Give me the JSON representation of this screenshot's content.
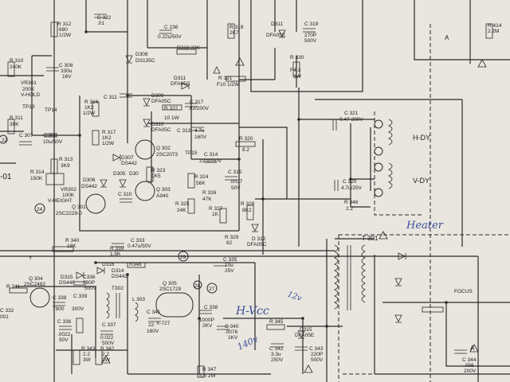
{
  "title": "",
  "labels": [
    {
      "id": "c322",
      "text": "C 322"
    },
    {
      "id": "c322v",
      "text": ".01"
    },
    {
      "id": "r312",
      "text": "R 312"
    },
    {
      "id": "r312v",
      "text": "680"
    },
    {
      "id": "r312w",
      "text": "1/2W"
    },
    {
      "id": "c236",
      "text": "C 236"
    },
    {
      "id": "c236v",
      "text": "0.22u/50V"
    },
    {
      "id": "r319",
      "text": "R 319"
    },
    {
      "id": "r319v",
      "text": "2K7"
    },
    {
      "id": "d311",
      "text": "D311"
    },
    {
      "id": "d311v",
      "text": "DFA05E"
    },
    {
      "id": "c319",
      "text": "C 319"
    },
    {
      "id": "c319v",
      "text": "270P"
    },
    {
      "id": "c319w",
      "text": "500V"
    },
    {
      "id": "r414",
      "text": "R 414"
    },
    {
      "id": "r414v",
      "text": "2.2M"
    },
    {
      "id": "d308",
      "text": "D308"
    },
    {
      "id": "d308v",
      "text": "DS135C"
    },
    {
      "id": "r318",
      "text": "R318 33K"
    },
    {
      "id": "r330",
      "text": "R 330"
    },
    {
      "id": "r330v",
      "text": "F4-3"
    },
    {
      "id": "r330w",
      "text": "3W"
    },
    {
      "id": "r310",
      "text": "R 310"
    },
    {
      "id": "r310v",
      "text": "240K"
    },
    {
      "id": "c308",
      "text": "C 308"
    },
    {
      "id": "c308v",
      "text": "330u"
    },
    {
      "id": "c308w",
      "text": "16V"
    },
    {
      "id": "vr301",
      "text": "VR301"
    },
    {
      "id": "vr301v",
      "text": "200K"
    },
    {
      "id": "vr301w",
      "text": "V-HOLD"
    },
    {
      "id": "d311b",
      "text": "D311"
    },
    {
      "id": "d311bv",
      "text": "DFA05C"
    },
    {
      "id": "r321",
      "text": "R 321"
    },
    {
      "id": "r321v",
      "text": "F10 1/2W"
    },
    {
      "id": "c311",
      "text": "C 311"
    },
    {
      "id": "d309",
      "text": "D309"
    },
    {
      "id": "d309v",
      "text": "DFA05C"
    },
    {
      "id": "r316",
      "text": "R 316"
    },
    {
      "id": "r316v",
      "text": "1K2"
    },
    {
      "id": "r316w",
      "text": "1/2W"
    },
    {
      "id": "r322",
      "text": "R 322"
    },
    {
      "id": "r322v",
      "text": "10 1W"
    },
    {
      "id": "c317",
      "text": "C 317"
    },
    {
      "id": "c317v",
      "text": ".02/200V"
    },
    {
      "id": "tp13",
      "text": "TP13"
    },
    {
      "id": "tp14",
      "text": "TP14"
    },
    {
      "id": "r311",
      "text": "R 311"
    },
    {
      "id": "r311v",
      "text": "39K"
    },
    {
      "id": "d310",
      "text": "D310"
    },
    {
      "id": "d310v",
      "text": "DFA05C"
    },
    {
      "id": "c313",
      "text": "C 313"
    },
    {
      "id": "c313v",
      "text": "4.7u"
    },
    {
      "id": "c313w",
      "text": "160V"
    },
    {
      "id": "c321",
      "text": "C 321"
    },
    {
      "id": "c321v",
      "text": "0.47 200V"
    },
    {
      "id": "c307",
      "text": "C 307"
    },
    {
      "id": "c309",
      "text": "C 309"
    },
    {
      "id": "c309v",
      "text": "10u/50V"
    },
    {
      "id": "r317",
      "text": "R 317"
    },
    {
      "id": "r317v",
      "text": "1K2"
    },
    {
      "id": "r317w",
      "text": "1/2W"
    },
    {
      "id": "r320",
      "text": "R 320"
    },
    {
      "id": "r320v",
      "text": "8.2"
    },
    {
      "id": "hdy",
      "text": "H-DY"
    },
    {
      "id": "q302",
      "text": "Q 302"
    },
    {
      "id": "q302v",
      "text": "2SC2073"
    },
    {
      "id": "tp15",
      "text": "TP15"
    },
    {
      "id": "c314",
      "text": "C 314"
    },
    {
      "id": "c314v",
      "text": "220u/50V"
    },
    {
      "id": "d307",
      "text": "D307"
    },
    {
      "id": "d307v",
      "text": "DS442"
    },
    {
      "id": "r313",
      "text": "R 313"
    },
    {
      "id": "r313v",
      "text": "3K9"
    },
    {
      "id": "r314",
      "text": "R 314"
    },
    {
      "id": "r314v",
      "text": "150K"
    },
    {
      "id": "d306",
      "text": "D306"
    },
    {
      "id": "d306v",
      "text": "DS442"
    },
    {
      "id": "d305",
      "text": "D305"
    },
    {
      "id": "d30x",
      "text": "D30"
    },
    {
      "id": "r323",
      "text": "R 323"
    },
    {
      "id": "r323v",
      "text": "1K5"
    },
    {
      "id": "r324",
      "text": "R 324"
    },
    {
      "id": "r324v",
      "text": "56K"
    },
    {
      "id": "c315",
      "text": "C 315"
    },
    {
      "id": "c315v",
      "text": ".0037"
    },
    {
      "id": "c315w",
      "text": "50V"
    },
    {
      "id": "c320",
      "text": "C 320"
    },
    {
      "id": "c320v",
      "text": "4.7u/25V"
    },
    {
      "id": "vdy",
      "text": "V-DY"
    },
    {
      "id": "vr302",
      "text": "VR302"
    },
    {
      "id": "vr302v",
      "text": "100K"
    },
    {
      "id": "vr302w",
      "text": "V-HEIGHT"
    },
    {
      "id": "c310",
      "text": "C 310"
    },
    {
      "id": "q303",
      "text": "Q 303"
    },
    {
      "id": "q303v",
      "text": "A940"
    },
    {
      "id": "r326",
      "text": "R 326"
    },
    {
      "id": "r326v",
      "text": "47K"
    },
    {
      "id": "r325",
      "text": "R 325"
    },
    {
      "id": "r325v",
      "text": "24K"
    },
    {
      "id": "r327",
      "text": "R 327"
    },
    {
      "id": "r327v",
      "text": "1K"
    },
    {
      "id": "r328",
      "text": "R 328"
    },
    {
      "id": "r328v",
      "text": "8K2"
    },
    {
      "id": "r346",
      "text": "R 346"
    },
    {
      "id": "r346v",
      "text": "2.2"
    },
    {
      "id": "q301",
      "text": "Q 301"
    },
    {
      "id": "q301v",
      "text": "2SC2229-0"
    },
    {
      "id": "n24",
      "text": "24"
    },
    {
      "id": "n22",
      "text": "22"
    },
    {
      "id": "n01",
      "text": "-01"
    },
    {
      "id": "r329",
      "text": "R 329"
    },
    {
      "id": "r329v",
      "text": "82"
    },
    {
      "id": "d312",
      "text": "D 312"
    },
    {
      "id": "d312v",
      "text": "DFA05C"
    },
    {
      "id": "t301",
      "text": "T 301"
    },
    {
      "id": "r340",
      "text": "R 340"
    },
    {
      "id": "r340v",
      "text": "18K"
    },
    {
      "id": "c333",
      "text": "C 333"
    },
    {
      "id": "c333v",
      "text": "0.47u/50V"
    },
    {
      "id": "r339",
      "text": "R 339"
    },
    {
      "id": "r339v",
      "text": "1.5K"
    },
    {
      "id": "n29",
      "text": "29"
    },
    {
      "id": "c335",
      "text": "C 335"
    },
    {
      "id": "c335v",
      "text": "10u"
    },
    {
      "id": "c335w",
      "text": "25V"
    },
    {
      "id": "y",
      "text": "Y"
    },
    {
      "id": "d316",
      "text": "D316"
    },
    {
      "id": "r348",
      "text": "R348"
    },
    {
      "id": "d314",
      "text": "D314"
    },
    {
      "id": "d314v",
      "text": "DS442"
    },
    {
      "id": "q304",
      "text": "Q 304"
    },
    {
      "id": "q304v",
      "text": "2SC2482"
    },
    {
      "id": "d315",
      "text": "D315"
    },
    {
      "id": "d315v",
      "text": "DS446"
    },
    {
      "id": "c336",
      "text": "C336"
    },
    {
      "id": "c336v",
      "text": "680P"
    },
    {
      "id": "c336w",
      "text": "500V"
    },
    {
      "id": "t302",
      "text": "T302"
    },
    {
      "id": "q305",
      "text": "Q 305"
    },
    {
      "id": "q305v",
      "text": "2SC1729"
    },
    {
      "id": "n28",
      "text": "28"
    },
    {
      "id": "n27",
      "text": "27"
    },
    {
      "id": "r341",
      "text": "R 341"
    },
    {
      "id": "c338",
      "text": "C 338"
    },
    {
      "id": "c338v",
      "text": "7900"
    },
    {
      "id": "c339",
      "text": "C 339"
    },
    {
      "id": "c339v",
      "text": "300V"
    },
    {
      "id": "r332",
      "text": "C 332"
    },
    {
      "id": "r332v",
      "text": "001"
    },
    {
      "id": "l303",
      "text": "L 303"
    },
    {
      "id": "c341",
      "text": "C 341"
    },
    {
      "id": "c341v",
      "text": "22"
    },
    {
      "id": "c341w",
      "text": "160V"
    },
    {
      "id": "c337",
      "text": "C 337"
    },
    {
      "id": "c337v",
      "text": "0.022"
    },
    {
      "id": "c337w",
      "text": "500V"
    },
    {
      "id": "c336b",
      "text": "C 336"
    },
    {
      "id": "c336bv",
      "text": ".0022"
    },
    {
      "id": "c336bw",
      "text": "50V"
    },
    {
      "id": "r343",
      "text": "R 343"
    },
    {
      "id": "r343v",
      "text": "2.2"
    },
    {
      "id": "r343w",
      "text": "3W"
    },
    {
      "id": "r342",
      "text": "R 342"
    },
    {
      "id": "r342v",
      "text": "2.2"
    },
    {
      "id": "r342w",
      "text": "3W"
    },
    {
      "id": "x727",
      "text": "X-727"
    },
    {
      "id": "c338b",
      "text": "C 338"
    },
    {
      "id": "c338bv",
      "text": "1000P"
    },
    {
      "id": "c338bw",
      "text": "2KV"
    },
    {
      "id": "c340",
      "text": "C 340"
    },
    {
      "id": "c340v",
      "text": ".0076"
    },
    {
      "id": "c340w",
      "text": "1KV"
    },
    {
      "id": "r345",
      "text": "R 345"
    },
    {
      "id": "c342",
      "text": "C 342"
    },
    {
      "id": "c342v",
      "text": "3.3u"
    },
    {
      "id": "c342w",
      "text": "250V"
    },
    {
      "id": "d315b",
      "text": "D315"
    },
    {
      "id": "d315bv",
      "text": "DFA05E"
    },
    {
      "id": "c343",
      "text": "C 343"
    },
    {
      "id": "c343v",
      "text": "220P"
    },
    {
      "id": "c343w",
      "text": "500V"
    },
    {
      "id": "r347",
      "text": "R 347"
    },
    {
      "id": "r347v",
      "text": "5.6 2W"
    },
    {
      "id": "focus",
      "text": "FOCUS"
    },
    {
      "id": "c344",
      "text": "C 344"
    },
    {
      "id": "c344v",
      "text": ".056"
    },
    {
      "id": "c344w",
      "text": "200V"
    },
    {
      "id": "a1",
      "text": "A"
    },
    {
      "id": "a2",
      "text": "A"
    }
  ],
  "handwriting": {
    "heater": "Heater",
    "hvcc": "H-Vcc",
    "v12": "12v",
    "v140": "140v"
  }
}
